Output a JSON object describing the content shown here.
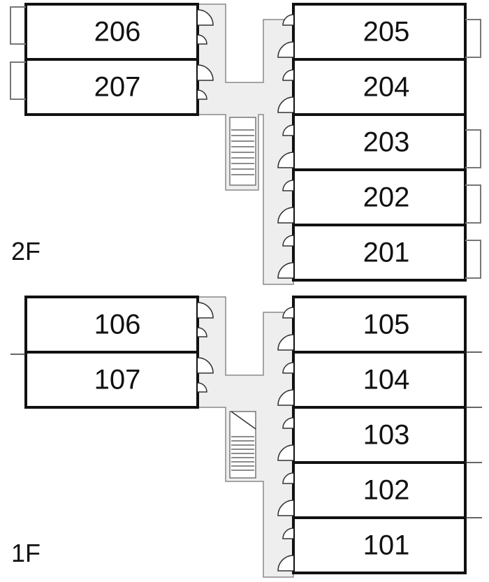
{
  "floors": [
    {
      "label": "2F",
      "left_rooms": [
        "206",
        "207"
      ],
      "right_rooms": [
        "205",
        "204",
        "203",
        "202",
        "201"
      ]
    },
    {
      "label": "1F",
      "left_rooms": [
        "106",
        "107"
      ],
      "right_rooms": [
        "105",
        "104",
        "103",
        "102",
        "101"
      ]
    }
  ],
  "colors": {
    "wall": "#111111",
    "corridor": "#eeeeee",
    "corridor_edge": "#888888"
  }
}
